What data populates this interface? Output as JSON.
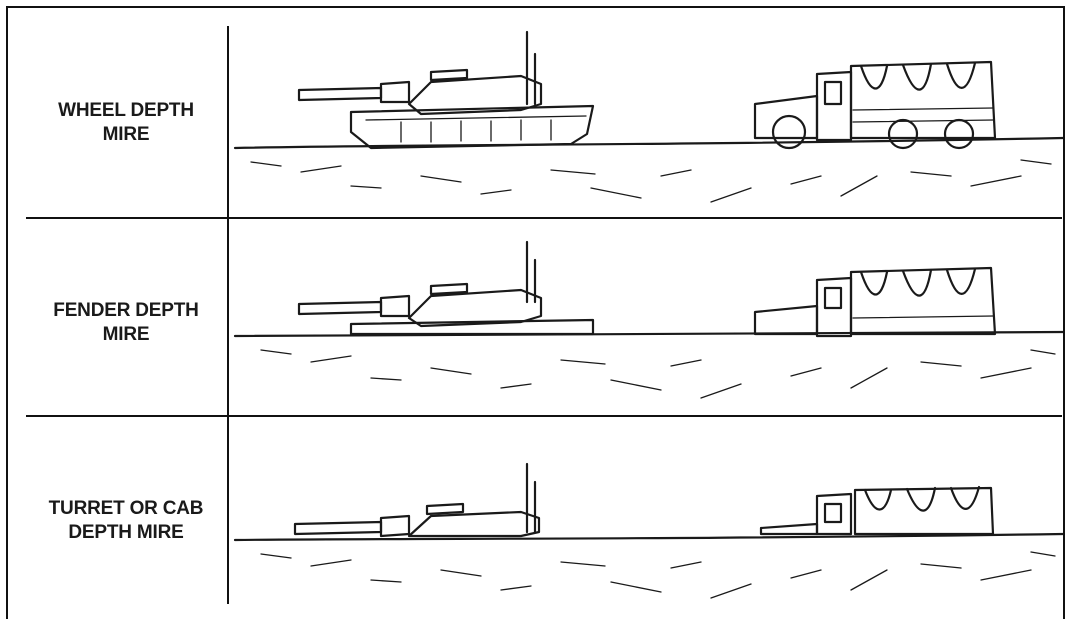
{
  "panels": [
    {
      "label_line1": "WHEEL DEPTH",
      "label_line2": "MIRE",
      "depth": "wheel"
    },
    {
      "label_line1": "FENDER DEPTH",
      "label_line2": "MIRE",
      "depth": "fender"
    },
    {
      "label_line1": "TURRET OR CAB",
      "label_line2": "DEPTH MIRE",
      "depth": "turret"
    }
  ],
  "colors": {
    "ink": "#1a1a1a",
    "background": "#ffffff"
  }
}
